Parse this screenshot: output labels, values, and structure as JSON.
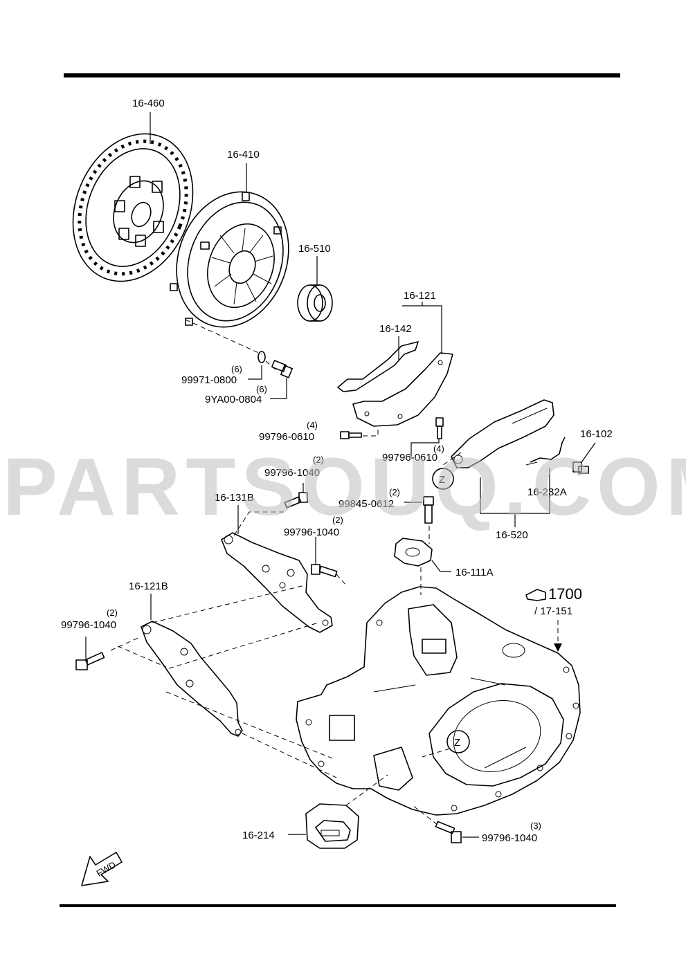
{
  "watermark": "PARTSOUQ.COM",
  "callouts": {
    "clutch_disc": "16-460",
    "clutch_cover": "16-410",
    "release_bearing": "16-510",
    "plate_set": "16-121",
    "plate": "16-142",
    "washer": "99971-0800",
    "washer_qty": "(6)",
    "cover_bolt": "9YA00-0804",
    "cover_bolt_qty": "(6)",
    "bolt_left_0610": "99796-0610",
    "bolt_left_0610_qty": "(4)",
    "bolt_right_0610": "99796-0610",
    "bolt_right_0610_qty": "(4)",
    "pivot": "16-102",
    "release_fork": "16-520",
    "spring": "16-232A",
    "bolt_1040_a": "99796-1040",
    "bolt_1040_a_qty": "(2)",
    "bracket_b": "16-131B",
    "bolt_0612": "99845-0612",
    "bolt_0612_qty": "(2)",
    "bolt_1040_b": "99796-1040",
    "bolt_1040_b_qty": "(2)",
    "cover_a": "16-111A",
    "bracket_121b": "16-121B",
    "bolt_1040_c": "99796-1040",
    "bolt_1040_c_qty": "(2)",
    "ref_number": "1700",
    "ref_sub": "/ 17-151",
    "mount": "16-214",
    "bolt_1040_d": "99796-1040",
    "bolt_1040_d_qty": "(3)",
    "zone_z_1": "Z",
    "zone_z_2": "Z",
    "fwd": "FWD"
  }
}
